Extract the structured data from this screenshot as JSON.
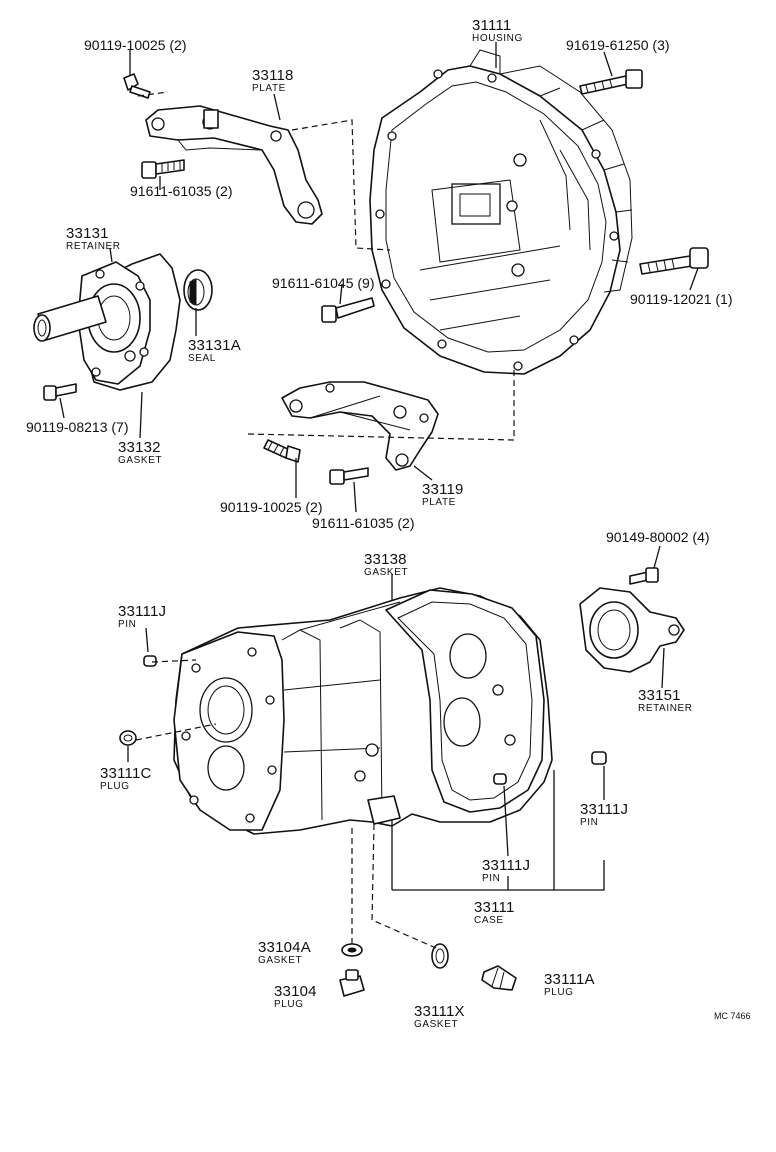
{
  "parts": {
    "housing": {
      "number": "31111",
      "name": "HOUSING"
    },
    "bolt_91619_61250": {
      "label": "91619-61250 (3)"
    },
    "bolt_90119_10025_top": {
      "label": "90119-10025 (2)"
    },
    "plate_33118": {
      "number": "33118",
      "name": "PLATE"
    },
    "bolt_91611_61035_top": {
      "label": "91611-61035 (2)"
    },
    "retainer_33131": {
      "number": "33131",
      "name": "RETAINER"
    },
    "seal_33131A": {
      "number": "33131A",
      "name": "SEAL"
    },
    "bolt_91611_61045": {
      "label": "91611-61045 (9)"
    },
    "bolt_90119_12021": {
      "label": "90119-12021 (1)"
    },
    "bolt_90119_08213": {
      "label": "90119-08213 (7)"
    },
    "gasket_33132": {
      "number": "33132",
      "name": "GASKET"
    },
    "plate_33119": {
      "number": "33119",
      "name": "PLATE"
    },
    "bolt_90119_10025_mid": {
      "label": "90119-10025 (2)"
    },
    "bolt_91611_61035_mid": {
      "label": "91611-61035 (2)"
    },
    "bolt_90149_80002": {
      "label": "90149-80002 (4)"
    },
    "gasket_33138": {
      "number": "33138",
      "name": "GASKET"
    },
    "pin_33111J_left": {
      "number": "33111J",
      "name": "PIN"
    },
    "retainer_33151": {
      "number": "33151",
      "name": "RETAINER"
    },
    "plug_33111C": {
      "number": "33111C",
      "name": "PLUG"
    },
    "pin_33111J_right": {
      "number": "33111J",
      "name": "PIN"
    },
    "pin_33111J_center": {
      "number": "33111J",
      "name": "PIN"
    },
    "case_33111": {
      "number": "33111",
      "name": "CASE"
    },
    "gasket_33104A": {
      "number": "33104A",
      "name": "GASKET"
    },
    "plug_33104": {
      "number": "33104",
      "name": "PLUG"
    },
    "gasket_33111X": {
      "number": "33111X",
      "name": "GASKET"
    },
    "plug_33111A": {
      "number": "33111A",
      "name": "PLUG"
    }
  },
  "diagram_code": "MC 7466"
}
